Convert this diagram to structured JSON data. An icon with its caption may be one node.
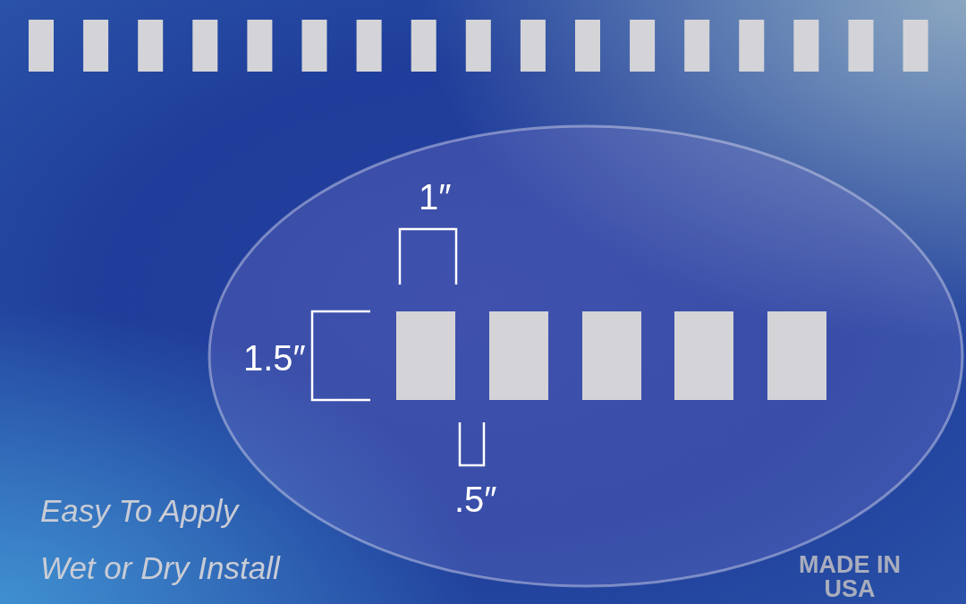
{
  "diagram": {
    "labels": [
      "1″",
      "1.5″",
      ".5″",
      "Easy To Apply",
      "Wet or Dry Install",
      "MADE IN USA"
    ]
  }
}
